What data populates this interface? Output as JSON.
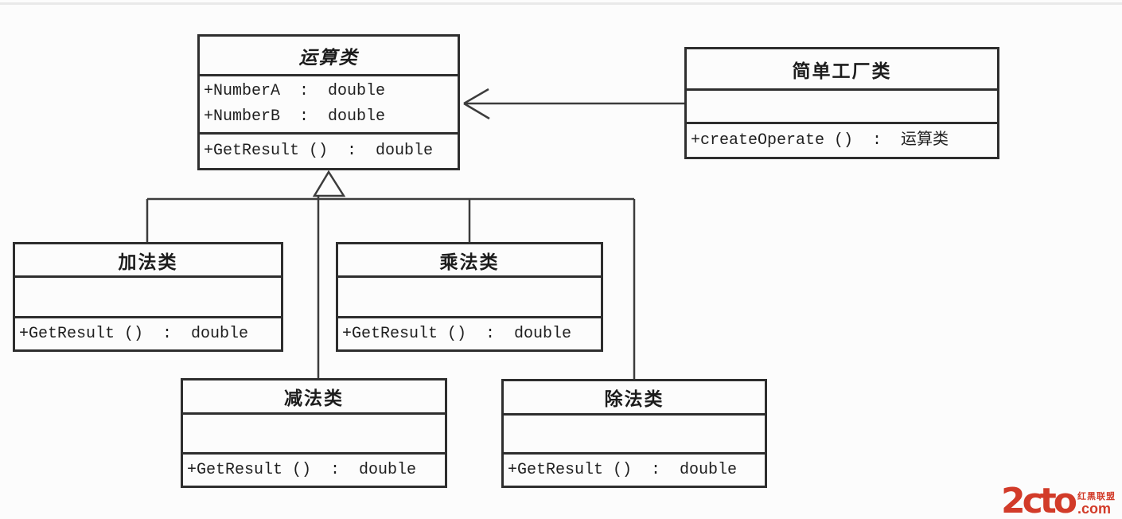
{
  "diagram": {
    "classes": {
      "operation": {
        "name": "运算类",
        "abstract": true,
        "attributes": [
          "+NumberA  :  double",
          "+NumberB  :  double"
        ],
        "operations": [
          "+GetResult ()  :  double"
        ]
      },
      "factory": {
        "name": "简单工厂类",
        "attributes": [],
        "operations": [
          "+createOperate ()  :  运算类"
        ]
      },
      "addition": {
        "name": "加法类",
        "attributes": [],
        "operations": [
          "+GetResult ()  :  double"
        ]
      },
      "multiplication": {
        "name": "乘法类",
        "attributes": [],
        "operations": [
          "+GetResult ()  :  double"
        ]
      },
      "subtraction": {
        "name": "减法类",
        "attributes": [],
        "operations": [
          "+GetResult ()  :  double"
        ]
      },
      "division": {
        "name": "除法类",
        "attributes": [],
        "operations": [
          "+GetResult ()  :  double"
        ]
      }
    },
    "relationships": [
      {
        "type": "association",
        "from": "简单工厂类",
        "to": "运算类"
      },
      {
        "type": "generalization",
        "parent": "运算类",
        "children": [
          "加法类",
          "乘法类",
          "减法类",
          "除法类"
        ]
      }
    ]
  },
  "watermark": {
    "brand": "2cto",
    "suffix": ".com",
    "tagline": "红黑联盟",
    "color": "#d23b29"
  }
}
